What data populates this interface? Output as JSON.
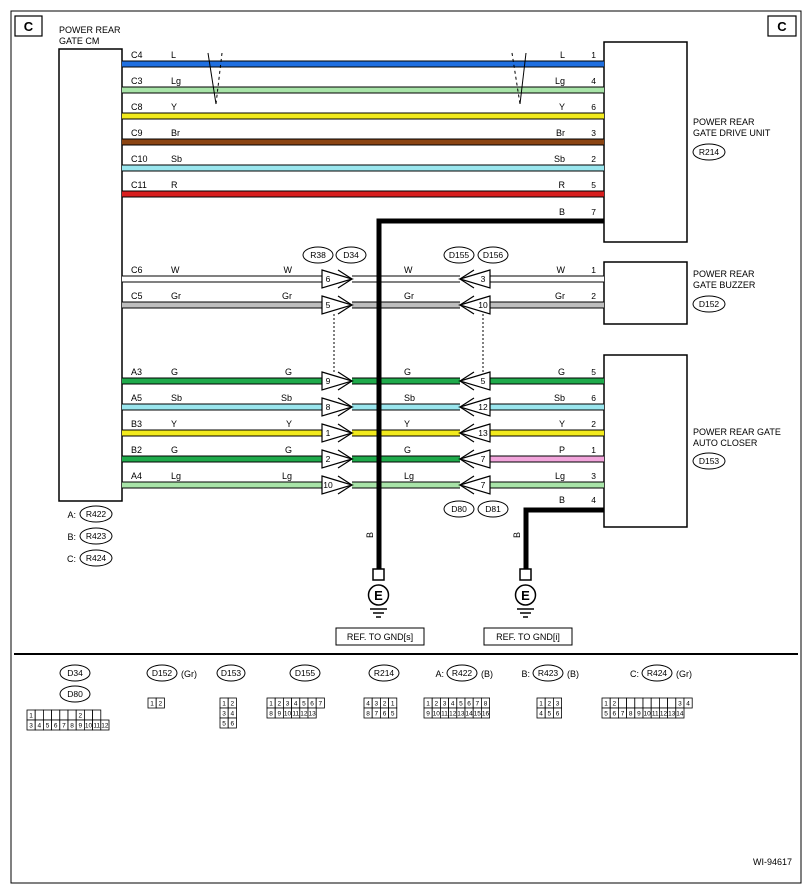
{
  "page_marker": "C",
  "figure_id": "WI-94617",
  "colors": {
    "L": "#1f6fe0",
    "Lg": "#a8e4a8",
    "Y": "#f2ea1d",
    "Br": "#8b4513",
    "Sb": "#9ae6ee",
    "R": "#d81e1e",
    "B": "#000000",
    "W": "#ffffff",
    "Gr": "#bdbdbd",
    "G": "#1faa4b",
    "P": "#f2a5dc"
  },
  "power_rear_gate_cm": {
    "title_line1": "POWER REAR",
    "title_line2": "GATE CM",
    "connector_refs": [
      {
        "prefix": "A:",
        "code": "R422"
      },
      {
        "prefix": "B:",
        "code": "R423"
      },
      {
        "prefix": "C:",
        "code": "R424"
      }
    ]
  },
  "modules": {
    "drive_unit": {
      "line1": "POWER REAR",
      "line2": "GATE DRIVE UNIT",
      "code": "R214"
    },
    "buzzer": {
      "line1": "POWER REAR",
      "line2": "GATE BUZZER",
      "code": "D152"
    },
    "auto_closer": {
      "line1": "POWER REAR GATE",
      "line2": "AUTO CLOSER",
      "code": "D153"
    }
  },
  "wires_top": [
    {
      "cm_pin": "C4",
      "left_color": "L",
      "right_color": "L",
      "unit_pin": "1"
    },
    {
      "cm_pin": "C3",
      "left_color": "Lg",
      "right_color": "Lg",
      "unit_pin": "4"
    },
    {
      "cm_pin": "C8",
      "left_color": "Y",
      "right_color": "Y",
      "unit_pin": "6"
    },
    {
      "cm_pin": "C9",
      "left_color": "Br",
      "right_color": "Br",
      "unit_pin": "3"
    },
    {
      "cm_pin": "C10",
      "left_color": "Sb",
      "right_color": "Sb",
      "unit_pin": "2"
    },
    {
      "cm_pin": "C11",
      "left_color": "R",
      "right_color": "R",
      "unit_pin": "5"
    }
  ],
  "drive_unit_ground": {
    "color": "B",
    "unit_pin": "7"
  },
  "wires_buzzer": [
    {
      "cm_pin": "C6",
      "c1": "W",
      "c2": "W",
      "c3": "W",
      "c4": "W",
      "j1": "6",
      "j2": "3",
      "unit_pin": "1"
    },
    {
      "cm_pin": "C5",
      "c1": "Gr",
      "c2": "Gr",
      "c3": "Gr",
      "c4": "Gr",
      "j1": "5",
      "j2": "10",
      "unit_pin": "2"
    }
  ],
  "wires_closer": [
    {
      "cm_pin": "A3",
      "c1": "G",
      "c2": "G",
      "c3": "G",
      "c4": "G",
      "j1": "9",
      "j2": "5",
      "unit_pin": "5"
    },
    {
      "cm_pin": "A5",
      "c1": "Sb",
      "c2": "Sb",
      "c3": "Sb",
      "c4": "Sb",
      "j1": "8",
      "j2": "12",
      "unit_pin": "6"
    },
    {
      "cm_pin": "B3",
      "c1": "Y",
      "c2": "Y",
      "c3": "Y",
      "c4": "Y",
      "j1": "1",
      "j2": "13",
      "unit_pin": "2"
    },
    {
      "cm_pin": "B2",
      "c1": "G",
      "c2": "G",
      "c3": "G",
      "c4": "P",
      "j1": "2",
      "j2": "7",
      "unit_pin": "1"
    },
    {
      "cm_pin": "A4",
      "c1": "Lg",
      "c2": "Lg",
      "c3": "Lg",
      "c4": "Lg",
      "j1": "10",
      "j2": "7",
      "unit_pin": "3"
    }
  ],
  "closer_ground": {
    "color": "B",
    "unit_pin": "4"
  },
  "junctions": {
    "left_top": [
      "R38",
      "D34"
    ],
    "right_top": [
      "D155",
      "D156"
    ],
    "right_bottom": [
      "D80",
      "D81"
    ]
  },
  "grounds": [
    {
      "symbol": "E",
      "wire": "B",
      "ref": "REF. TO GND[s]"
    },
    {
      "symbol": "E",
      "wire": "B",
      "ref": "REF. TO GND[i]"
    }
  ],
  "connector_views": [
    {
      "label": "D34",
      "label2": "D80",
      "note": "",
      "rows": [
        [
          "1",
          "",
          "",
          "",
          "",
          "",
          "2",
          "",
          ""
        ],
        [
          "3",
          "4",
          "5",
          "6",
          "7",
          "8",
          "9",
          "10",
          "11",
          "12"
        ]
      ]
    },
    {
      "label": "D152",
      "note": "(Gr)",
      "rows": [
        [
          "1",
          "2"
        ]
      ]
    },
    {
      "label": "D153",
      "note": "",
      "rows": [
        [
          "1",
          "2"
        ],
        [
          "3",
          "4"
        ],
        [
          "5",
          "6"
        ]
      ]
    },
    {
      "label": "D155",
      "note": "",
      "rows": [
        [
          "1",
          "2",
          "3",
          "4",
          "5",
          "6",
          "7"
        ],
        [
          "8",
          "9",
          "10",
          "11",
          "12",
          "13"
        ]
      ]
    },
    {
      "label": "R214",
      "note": "",
      "rows": [
        [
          "4",
          "3",
          "2",
          "1"
        ],
        [
          "8",
          "7",
          "6",
          "5"
        ]
      ]
    },
    {
      "label": "R422",
      "prefix": "A:",
      "note": "(B)",
      "rows": [
        [
          "1",
          "2",
          "3",
          "4",
          "5",
          "6",
          "7",
          "8"
        ],
        [
          "9",
          "10",
          "11",
          "12",
          "13",
          "14",
          "15",
          "16"
        ]
      ]
    },
    {
      "label": "R423",
      "prefix": "B:",
      "note": "(B)",
      "rows": [
        [
          "1",
          "2",
          "3"
        ],
        [
          "4",
          "5",
          "6"
        ]
      ]
    },
    {
      "label": "R424",
      "prefix": "C:",
      "note": "(Gr)",
      "rows": [
        [
          "1",
          "2",
          "",
          "",
          "",
          "",
          "",
          "",
          "",
          "3",
          "4"
        ],
        [
          "5",
          "6",
          "7",
          "8",
          "9",
          "10",
          "11",
          "12",
          "13",
          "14"
        ]
      ]
    }
  ]
}
